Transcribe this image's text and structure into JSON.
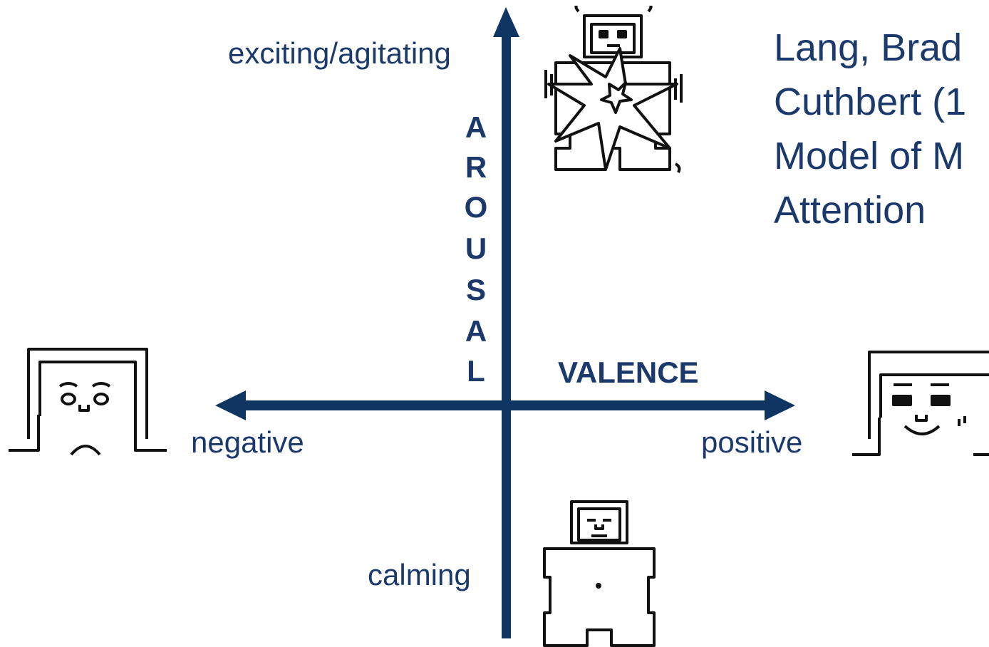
{
  "title_lines": [
    "Lang, Brad",
    "Cuthbert (1",
    "Model of M",
    "Attention"
  ],
  "axes": {
    "vertical_label_letters": [
      "A",
      "R",
      "O",
      "U",
      "S",
      "A",
      "L"
    ],
    "horizontal_label": "VALENCE",
    "top_label": "exciting/agitating",
    "bottom_label": "calming",
    "left_label": "negative",
    "right_label": "positive"
  },
  "colors": {
    "axis": "#0f3563",
    "text": "#1b3a6b",
    "figure": "#111111"
  },
  "figures": [
    "agitated-figure",
    "calm-figure",
    "sad-face-figure",
    "happy-face-figure"
  ]
}
